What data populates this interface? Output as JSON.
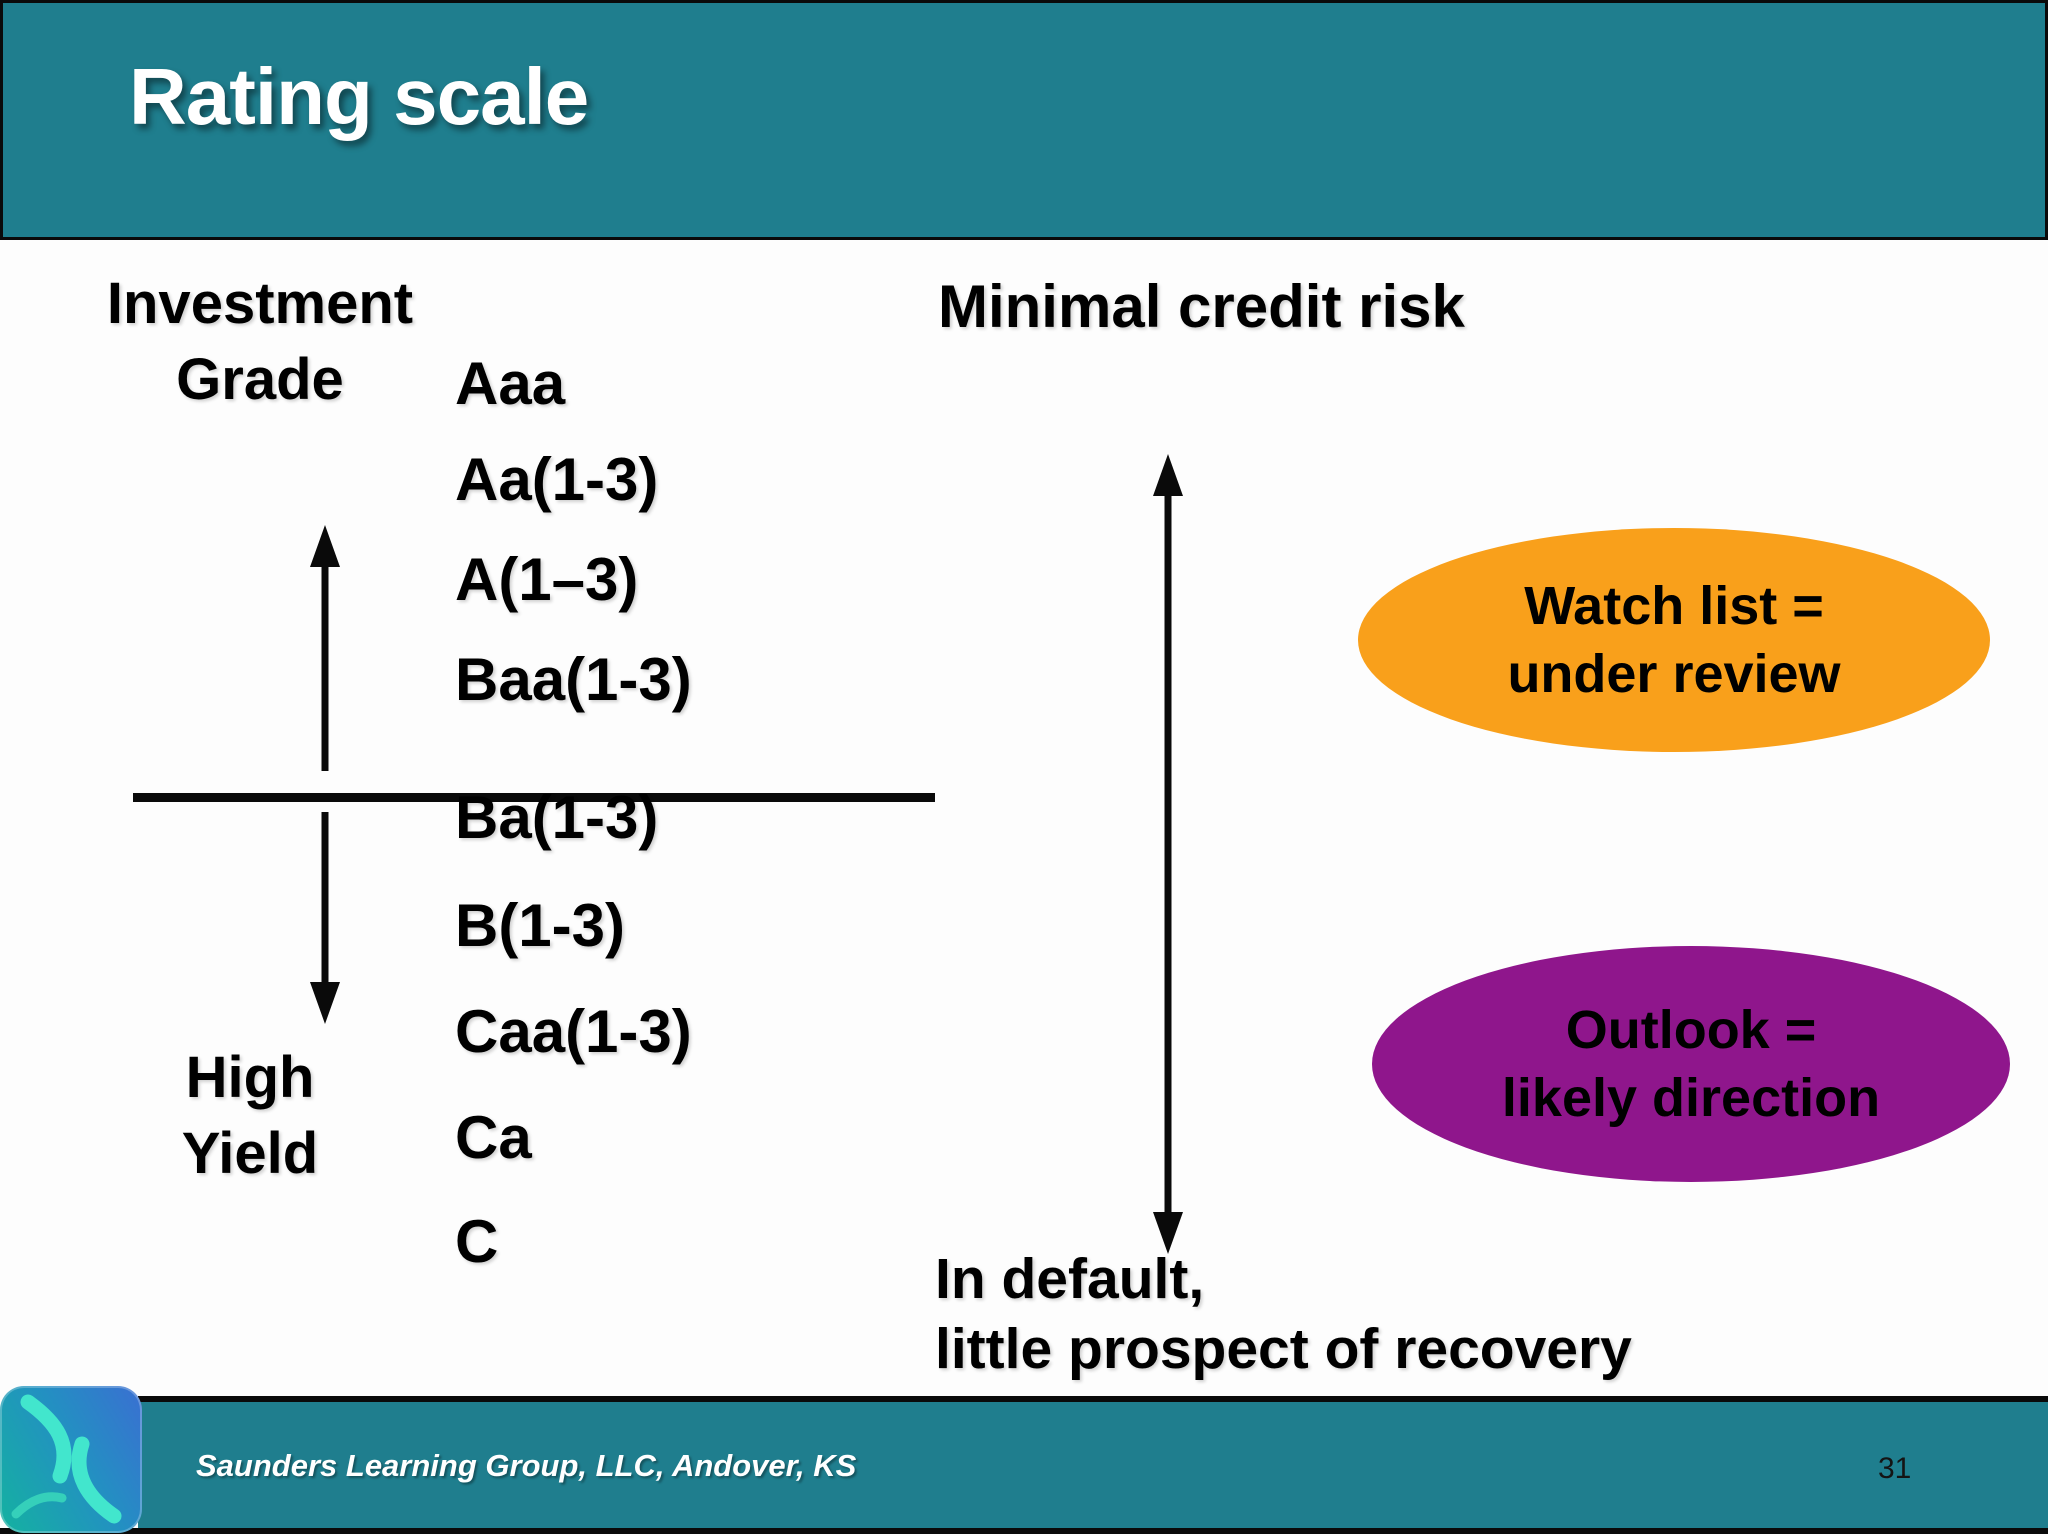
{
  "slide": {
    "title": "Rating scale",
    "footer_text": "Saunders Learning Group, LLC, Andover, KS",
    "page_number": "31"
  },
  "colors": {
    "teal": "#1f7e8e",
    "orange": "#f9a01b",
    "purple": "#8f168c",
    "black": "#0a0a0a"
  },
  "diagram": {
    "investment_grade": {
      "line1": "Investment",
      "line2": "Grade"
    },
    "high_yield": {
      "line1": "High",
      "line2": "Yield"
    },
    "ratings": [
      "Aaa",
      "Aa(1-3)",
      "A(1–3)",
      "Baa(1-3)",
      "Ba(1-3)",
      "B(1-3)",
      "Caa(1-3)",
      "Ca",
      "C"
    ],
    "minimal_credit_risk": "Minimal credit risk",
    "in_default": {
      "line1": "In default,",
      "line2": "little prospect of recovery"
    },
    "icons": {
      "up_arrow": "up-arrow",
      "down_arrow": "down-arrow",
      "double_arrow": "double-headed-vertical-arrow",
      "logo": "saunders-learning-group-swirl-logo"
    }
  },
  "callouts": {
    "watch_list": {
      "line1": "Watch list =",
      "line2": "under review",
      "color": "#f9a01b"
    },
    "outlook": {
      "line1": "Outlook =",
      "line2": "likely direction",
      "color": "#8f168c"
    }
  }
}
